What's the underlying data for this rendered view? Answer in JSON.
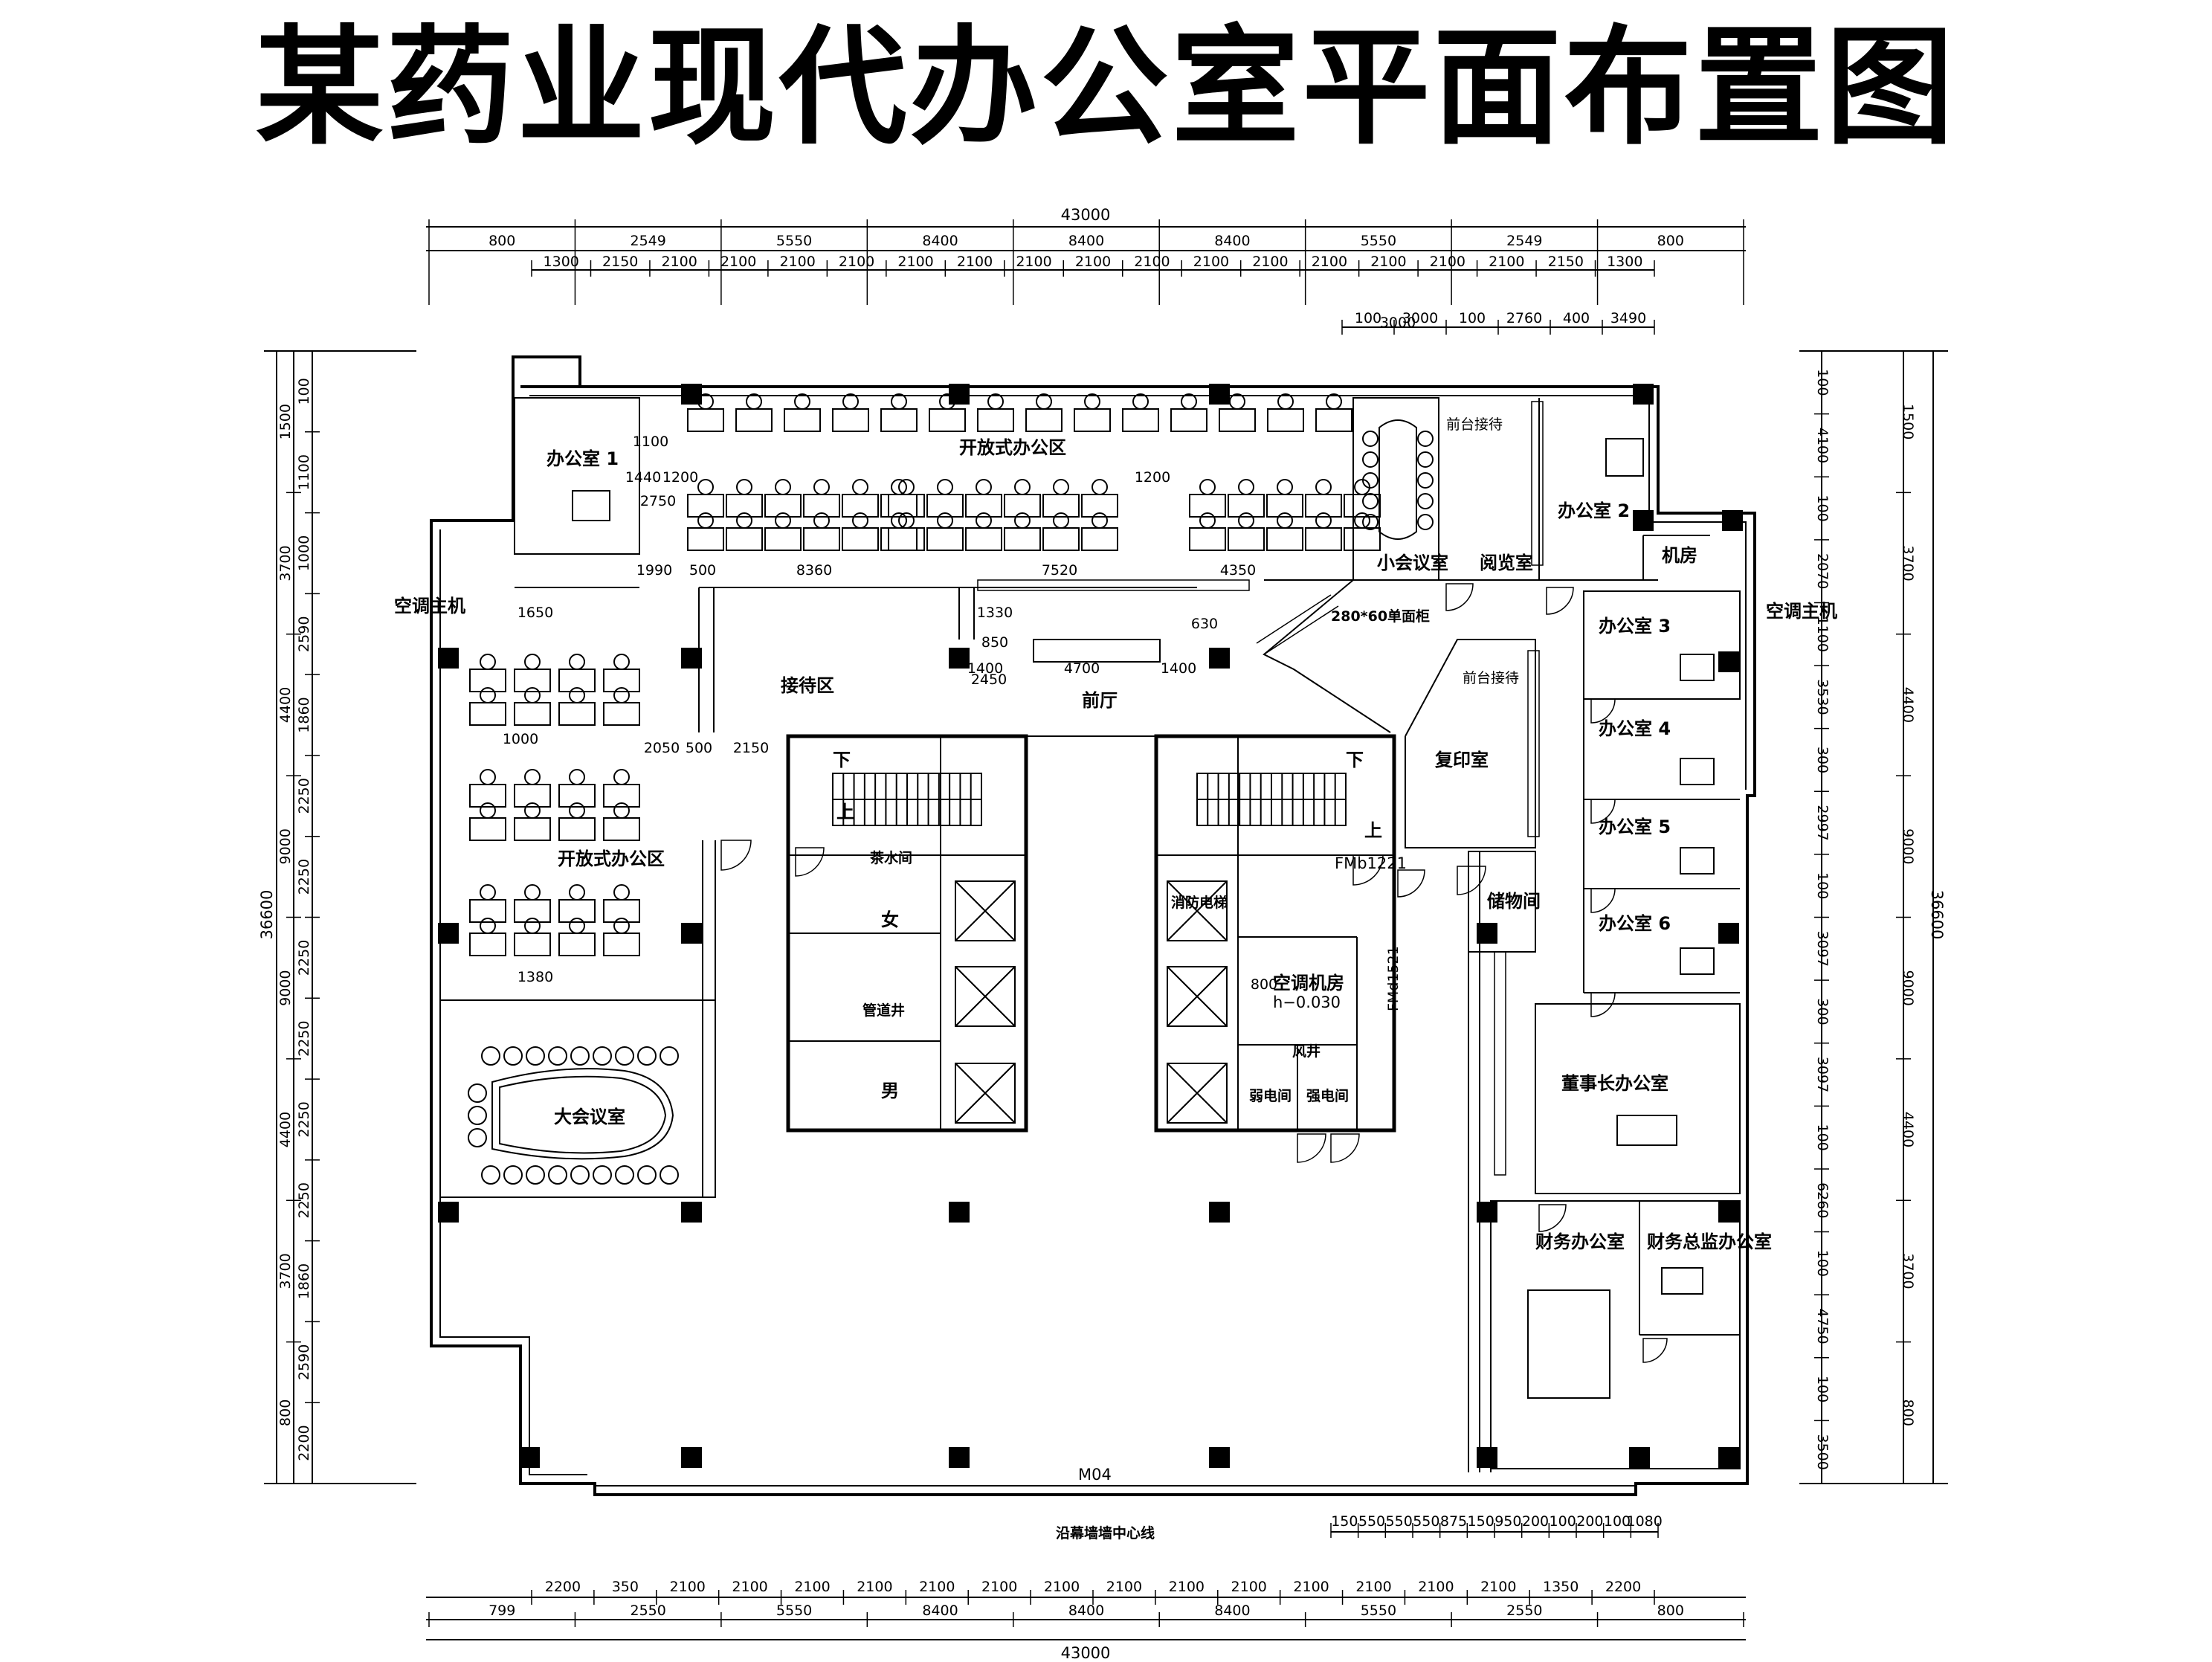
{
  "title": "某药业现代办公室平面布置图",
  "rooms": {
    "office1": "办公室 1",
    "office2": "办公室 2",
    "office3": "办公室 3",
    "office4": "办公室 4",
    "office5": "办公室 5",
    "office6": "办公室 6",
    "open_office_top": "开放式办公区",
    "open_office_left": "开放式办公区",
    "small_meeting": "小会议室",
    "reading_room": "阅览室",
    "machine_room": "机房",
    "reception_area": "接待区",
    "front_hall": "前厅",
    "copy_room": "复印室",
    "storage": "储物间",
    "big_meeting": "大会议室",
    "chairman_office": "董事长办公室",
    "finance_office": "财务办公室",
    "finance_director_office": "财务总监办公室",
    "ac_machine_room": "空调机房",
    "ac_level": "h−0.030",
    "weak_elec": "弱电间",
    "strong_elec": "强电间",
    "fire_elevator": "消防电梯",
    "pipe_shaft": "管道井",
    "tea_room": "茶水间",
    "female": "女",
    "male": "男",
    "ac_host_left": "空调主机",
    "ac_host_right": "空调主机",
    "stair_down": "下",
    "stair_up": "上",
    "cabinet_note": "280*60单面柜",
    "curtain_wall": "沿幕墙墙中心线",
    "door_fmb": "FMb1221",
    "door_m04": "M04",
    "door_fmd": "FMd1521",
    "wind_well": "风井",
    "front_desk_a": "前台接待",
    "front_desk_b": "前台接待"
  },
  "dimensions": {
    "overall_top": "43000",
    "overall_bottom": "43000",
    "overall_left": "36600",
    "overall_right": "36600",
    "top_row1": [
      "800",
      "2549",
      "5550",
      "8400",
      "8400",
      "8400",
      "5550",
      "2549",
      "800"
    ],
    "top_row2": [
      "1300",
      "2150",
      "2100",
      "2100",
      "2100",
      "2100",
      "2100",
      "2100",
      "2100",
      "2100",
      "2100",
      "2100",
      "2100",
      "2100",
      "2100",
      "2100",
      "2100",
      "2150",
      "1300"
    ],
    "top_row3": [
      "100",
      "3000",
      "100",
      "2760",
      "400",
      "3490"
    ],
    "bottom_row1": [
      "2200",
      "350",
      "2100",
      "2100",
      "2100",
      "2100",
      "2100",
      "2100",
      "2100",
      "2100",
      "2100",
      "2100",
      "2100",
      "2100",
      "2100",
      "2100",
      "1350",
      "2200"
    ],
    "bottom_row2": [
      "799",
      "2550",
      "5550",
      "8400",
      "8400",
      "8400",
      "5550",
      "2550",
      "800"
    ],
    "bottom_small": [
      "150",
      "550",
      "550",
      "550",
      "875",
      "150",
      "950",
      "200",
      "100",
      "200",
      "100",
      "1080"
    ],
    "left_outer": [
      "1500",
      "3700",
      "4400",
      "9000",
      "9000",
      "4400",
      "3700",
      "800"
    ],
    "left_inner": [
      "100",
      "1100",
      "1000",
      "2590",
      "1860",
      "2250",
      "2250",
      "2250",
      "2250",
      "2250",
      "2250",
      "1860",
      "2590",
      "2200"
    ],
    "right_outer": [
      "1500",
      "3700",
      "4400",
      "9000",
      "9000",
      "4400",
      "3700",
      "800"
    ],
    "right_inner": [
      "100",
      "4100",
      "100",
      "2070",
      "1100",
      "3530",
      "300",
      "2997",
      "100",
      "3097",
      "300",
      "3097",
      "100",
      "6260",
      "100",
      "4750",
      "100",
      "3500"
    ],
    "interior": [
      "1440",
      "1100",
      "1200",
      "2750",
      "1990",
      "500",
      "8360",
      "7520",
      "4350",
      "1200",
      "1400",
      "4700",
      "1400",
      "2450",
      "1330",
      "850",
      "630",
      "1650",
      "1000",
      "2050",
      "500",
      "2150",
      "1380",
      "3000",
      "800"
    ]
  }
}
